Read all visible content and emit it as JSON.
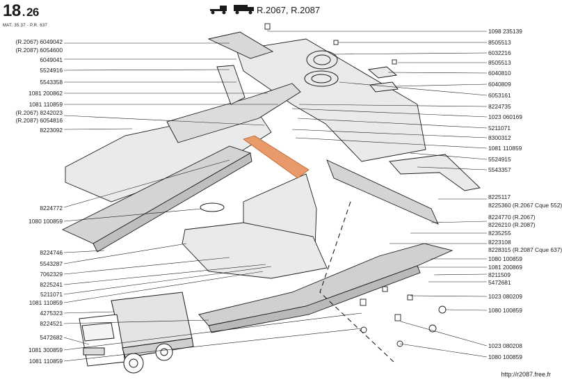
{
  "header": {
    "section": "18",
    "subsection": "26",
    "mat_ref": "MAT. 35.37 - P.R. 637",
    "models": "R.2067, R.2087"
  },
  "labels_left": [
    {
      "id": "l1",
      "text": "(R.2067) 6049042"
    },
    {
      "id": "l2",
      "text": "(R.2087) 6054600"
    },
    {
      "id": "l3",
      "text": "6049041"
    },
    {
      "id": "l4",
      "text": "5524916"
    },
    {
      "id": "l5",
      "text": "5543358"
    },
    {
      "id": "l6",
      "text": "1081 200862"
    },
    {
      "id": "l7",
      "text": "1081 110859"
    },
    {
      "id": "l8",
      "text": "(R.2067) 8242023"
    },
    {
      "id": "l9",
      "text": "(R.2087) 6054816"
    },
    {
      "id": "l10",
      "text": "8223092"
    },
    {
      "id": "l11",
      "text": "8224772"
    },
    {
      "id": "l12",
      "text": "1080 100859"
    },
    {
      "id": "l13",
      "text": "8224746"
    },
    {
      "id": "l14",
      "text": "5543287"
    },
    {
      "id": "l15",
      "text": "7062329"
    },
    {
      "id": "l16",
      "text": "8225241"
    },
    {
      "id": "l17",
      "text": "5211071"
    },
    {
      "id": "l18",
      "text": "1081 110859"
    },
    {
      "id": "l19",
      "text": "4275323"
    },
    {
      "id": "l20",
      "text": "8224521"
    },
    {
      "id": "l21",
      "text": "5472682"
    },
    {
      "id": "l22",
      "text": "1081 300859"
    },
    {
      "id": "l23",
      "text": "1081 110859"
    }
  ],
  "labels_right": [
    {
      "id": "r1",
      "text": "1098 235139"
    },
    {
      "id": "r2",
      "text": "8505513"
    },
    {
      "id": "r3",
      "text": "6032216"
    },
    {
      "id": "r4",
      "text": "8505513"
    },
    {
      "id": "r5",
      "text": "6040810"
    },
    {
      "id": "r6",
      "text": "6040809"
    },
    {
      "id": "r7",
      "text": "6053161"
    },
    {
      "id": "r8",
      "text": "8224735"
    },
    {
      "id": "r9",
      "text": "1023 060169"
    },
    {
      "id": "r10",
      "text": "5211071"
    },
    {
      "id": "r11",
      "text": "8300312"
    },
    {
      "id": "r12",
      "text": "1081 110859"
    },
    {
      "id": "r13",
      "text": "5524915"
    },
    {
      "id": "r14",
      "text": "5543357"
    },
    {
      "id": "r15",
      "text": "8225117"
    },
    {
      "id": "r16",
      "text": "8225360 (R.2067 Cque 552)"
    },
    {
      "id": "r17",
      "text": "8224770 (R.2067)"
    },
    {
      "id": "r18",
      "text": "8226210 (R.2087)"
    },
    {
      "id": "r19",
      "text": "8235255"
    },
    {
      "id": "r20",
      "text": "8223108"
    },
    {
      "id": "r21",
      "text": "8228315 (R.2087 Cque 637)"
    },
    {
      "id": "r22",
      "text": "1080 100859"
    },
    {
      "id": "r23",
      "text": "1081 200869"
    },
    {
      "id": "r24",
      "text": "8211509"
    },
    {
      "id": "r25",
      "text": "5472681"
    },
    {
      "id": "r26",
      "text": "1023 080209"
    },
    {
      "id": "r27",
      "text": "1080 100859"
    },
    {
      "id": "r28",
      "text": "1023 080208"
    },
    {
      "id": "r29",
      "text": "1080 100859"
    }
  ],
  "footer": "http://r2087.free.fr",
  "colors": {
    "line": "#1a1a1a",
    "highlight": "#e89a6a",
    "highlight_stroke": "#b8602a",
    "metal": "#e6e6e6",
    "metal_dark": "#c8c8c8"
  },
  "icons": [
    "truck-icon",
    "van-icon"
  ]
}
